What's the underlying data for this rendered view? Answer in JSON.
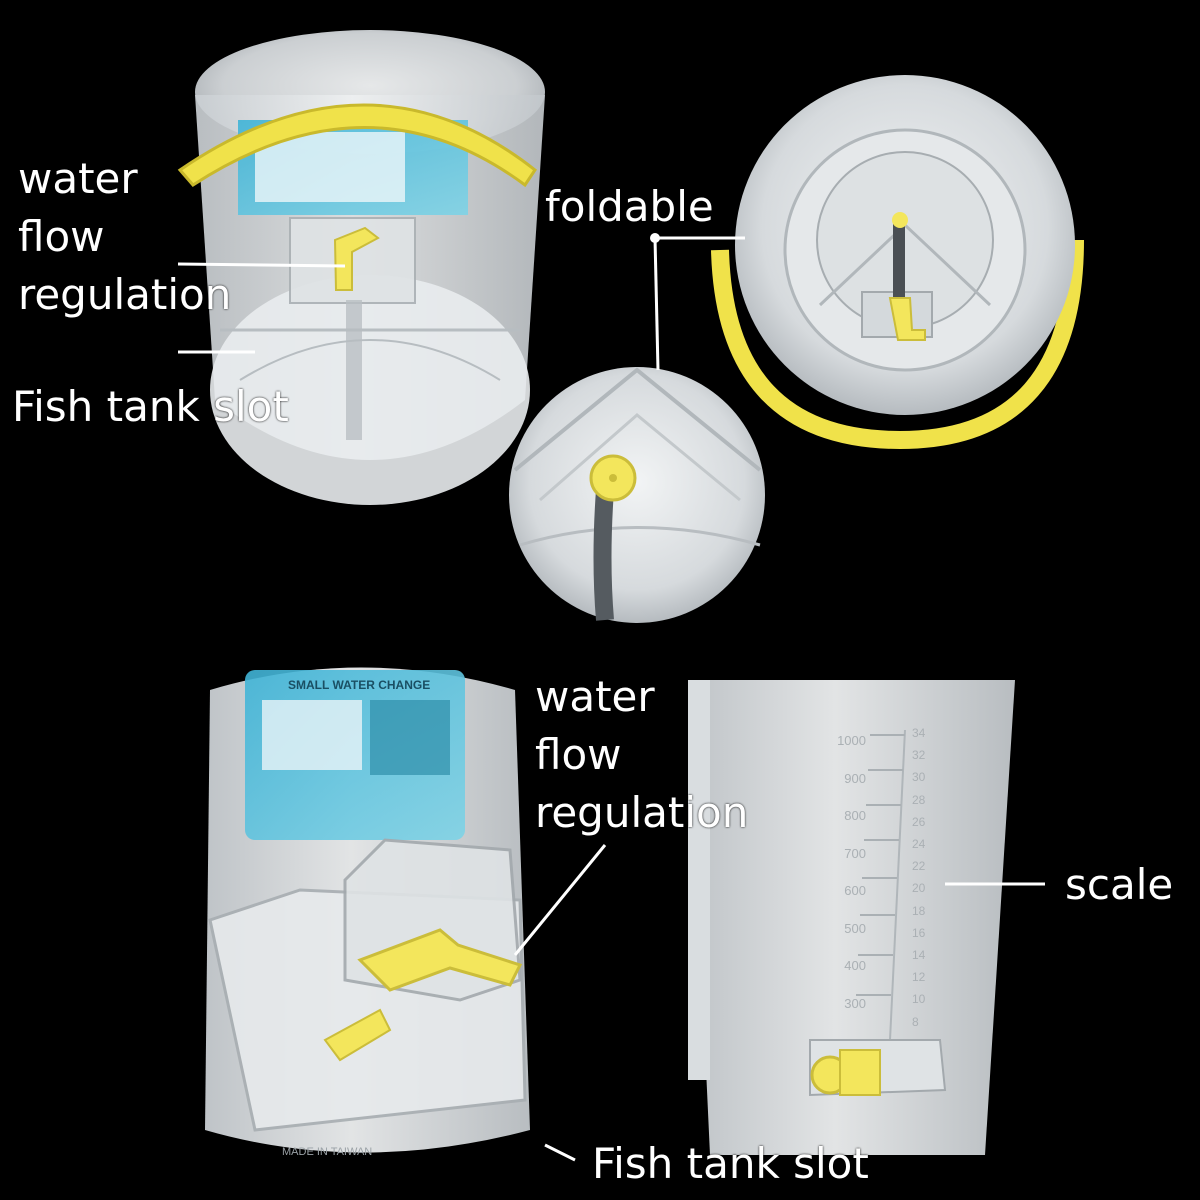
{
  "labels": {
    "top_left_regulation": [
      "water",
      "flow",
      "regulation"
    ],
    "top_left_slot": "Fish tank slot",
    "foldable": "foldable",
    "bottom_regulation": [
      "water",
      "flow",
      "regulation"
    ],
    "scale": "scale",
    "bottom_slot": "Fish tank slot"
  },
  "product_text": {
    "box_title": "SMALL WATER CHANGE",
    "made_in": "MADE IN TAIWAN",
    "scale_ml": [
      "1000",
      "900",
      "800",
      "700",
      "600",
      "500",
      "400",
      "300"
    ],
    "scale_oz": [
      "34",
      "32",
      "30",
      "28",
      "26",
      "24",
      "22",
      "20",
      "18",
      "16",
      "14",
      "12",
      "10",
      "8"
    ]
  },
  "colors": {
    "background": "#000000",
    "plastic": "#d9dde0",
    "handle_yellow": "#f0e24a",
    "valve_yellow": "#f3e65c",
    "label_text": "#ffffff"
  }
}
